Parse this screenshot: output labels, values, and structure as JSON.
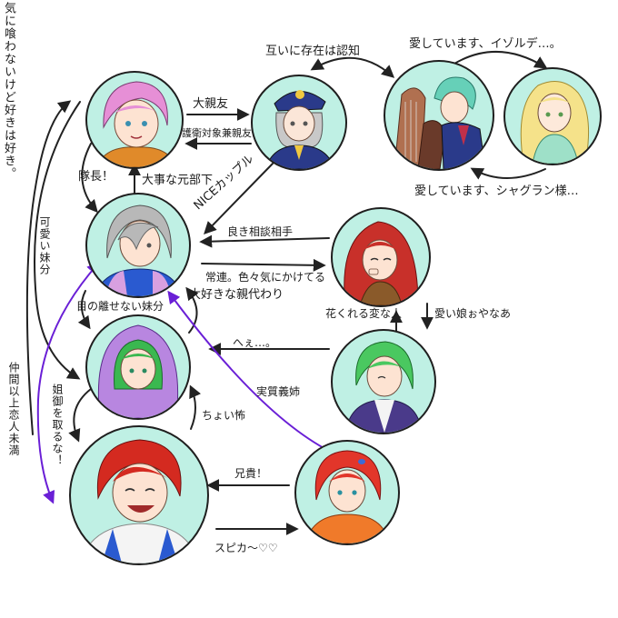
{
  "characters": [
    {
      "id": "pink-hair"
    },
    {
      "id": "conductor"
    },
    {
      "id": "harp-couple"
    },
    {
      "id": "blonde"
    },
    {
      "id": "silver-hair"
    },
    {
      "id": "red-hair-woman"
    },
    {
      "id": "green-hood"
    },
    {
      "id": "green-hair-man"
    },
    {
      "id": "red-hair-laughing"
    },
    {
      "id": "red-hair-youth"
    }
  ],
  "labels": {
    "top_vertical": "気に喰わないけど好きは好き。",
    "mutual_awareness": "互いに存在は認知",
    "love_isolde": "愛しています、イゾルデ…。",
    "best_friend": "大親友",
    "guard_friend": "護衛対象兼親友",
    "love_sigurun": "愛しています、シャグラン様…",
    "captain": "隊長！",
    "former_subordinate": "大事な元部下",
    "nice_couple": "NICEカップル",
    "cute_sister": "可愛い妹分",
    "good_advisor": "良き相談相手",
    "regular": "常連。色々気にかけてる",
    "cant_take_eyes": "目の離せない妹分",
    "beloved_parent": "大好きな親代わり",
    "gives_flowers": "花くれる変な人",
    "cute_daughter": "愛い娘ぉやなあ",
    "hee": "へぇ…。",
    "more_than_friends": "仲間以上恋人未満",
    "real_sister_in_law": "実質義姉",
    "sister_defense": "姐御を取るな！",
    "bit_scary": "ちょい怖",
    "big_bro": "兄貴！",
    "spica": "スピカ〜♡♡"
  }
}
